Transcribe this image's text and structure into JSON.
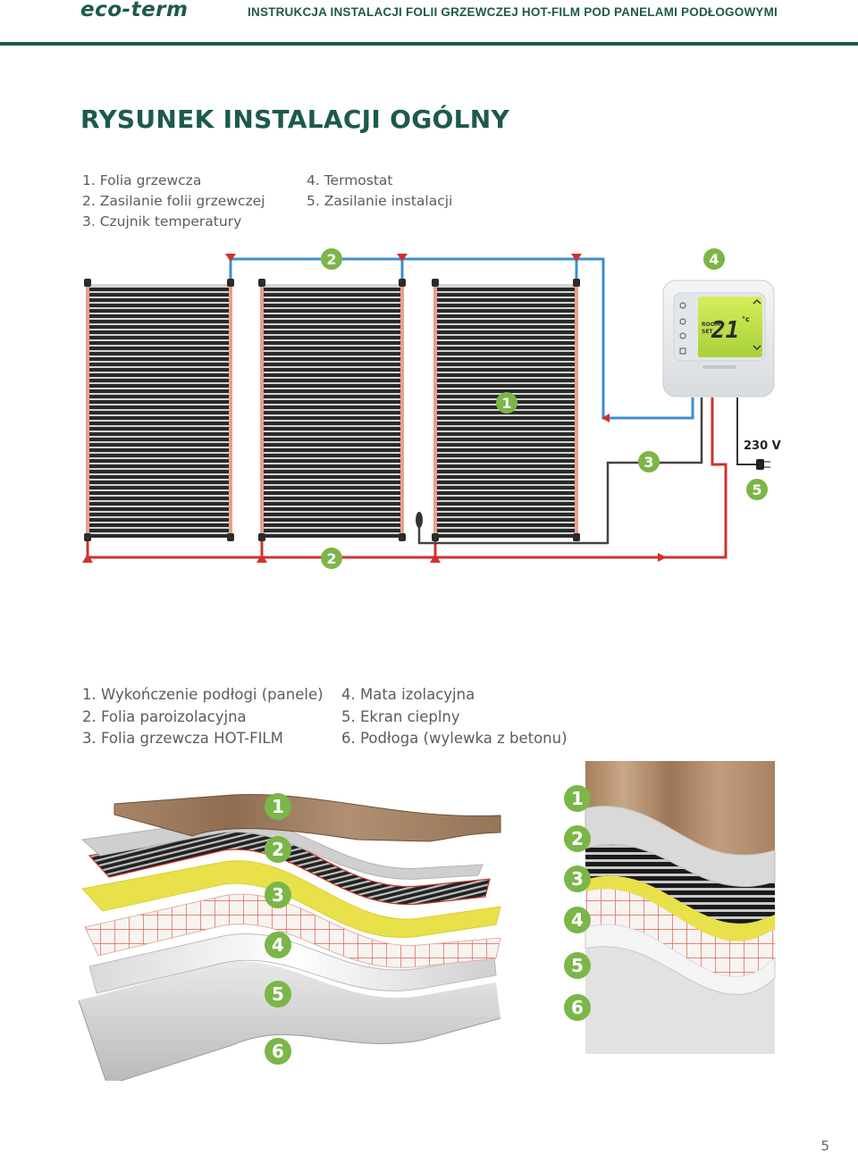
{
  "header": {
    "brand": "eco-term",
    "title": "INSTRUKCJA INSTALACJI FOLII GRZEWCZEJ HOT-FILM POD PANELAMI PODŁOGOWYMI"
  },
  "section_title": "RYSUNEK INSTALACJI OGÓLNY",
  "installation_legend": {
    "left": [
      "1. Folia grzewcza",
      "2. Zasilanie folii grzewczej",
      "3. Czujnik temperatury"
    ],
    "right": [
      "4. Termostat",
      "5. Zasilanie instalacji"
    ]
  },
  "installation_diagram": {
    "badges": [
      "2",
      "4",
      "1",
      "3",
      "5",
      "2"
    ],
    "voltage_label": "230 V",
    "thermostat_display": {
      "temperature": "21",
      "unit": "°c",
      "mode_label_1": "ROOM",
      "mode_label_2": "SET"
    }
  },
  "layers_legend": {
    "left": [
      "1. Wykończenie podłogi (panele)",
      "2. Folia paroizolacyjna",
      "3. Folia grzewcza HOT-FILM"
    ],
    "right": [
      "4. Mata izolacyjna",
      "5. Ekran cieplny",
      "6. Podłoga (wylewka z betonu)"
    ]
  },
  "layers_diagram": {
    "left_badges": [
      "1",
      "2",
      "3",
      "4",
      "5",
      "6"
    ],
    "right_badges": [
      "1",
      "2",
      "3",
      "4",
      "5",
      "6"
    ]
  },
  "page_number": "5",
  "colors": {
    "brand_green": "#1d5a4c",
    "badge_green": "#7ab648",
    "wire_blue": "#3b8fd1",
    "wire_red": "#d0322c",
    "yellow_layer": "#e8e14a",
    "wood": "#9c7a5c"
  }
}
